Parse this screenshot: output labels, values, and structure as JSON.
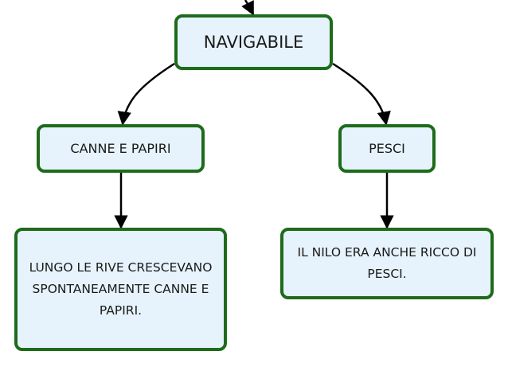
{
  "nodes": {
    "navigabile": "NAVIGABILE",
    "canne": "CANNE E PAPIRI",
    "pesci": "PESCI",
    "lungo": "LUNGO LE RIVE CRESCEVANO SPONTANEAMENTE CANNE E PAPIRI.",
    "nilo": "IL NILO ERA ANCHE RICCO DI PESCI."
  },
  "edges": [
    {
      "from": "above",
      "to": "navigabile"
    },
    {
      "from": "navigabile",
      "to": "canne"
    },
    {
      "from": "navigabile",
      "to": "pesci"
    },
    {
      "from": "canne",
      "to": "lungo"
    },
    {
      "from": "pesci",
      "to": "nilo"
    }
  ],
  "colors": {
    "node_fill": "#e6f3fc",
    "node_border": "#1e6b1b",
    "edge": "#000000",
    "text": "#1a1a1a"
  }
}
